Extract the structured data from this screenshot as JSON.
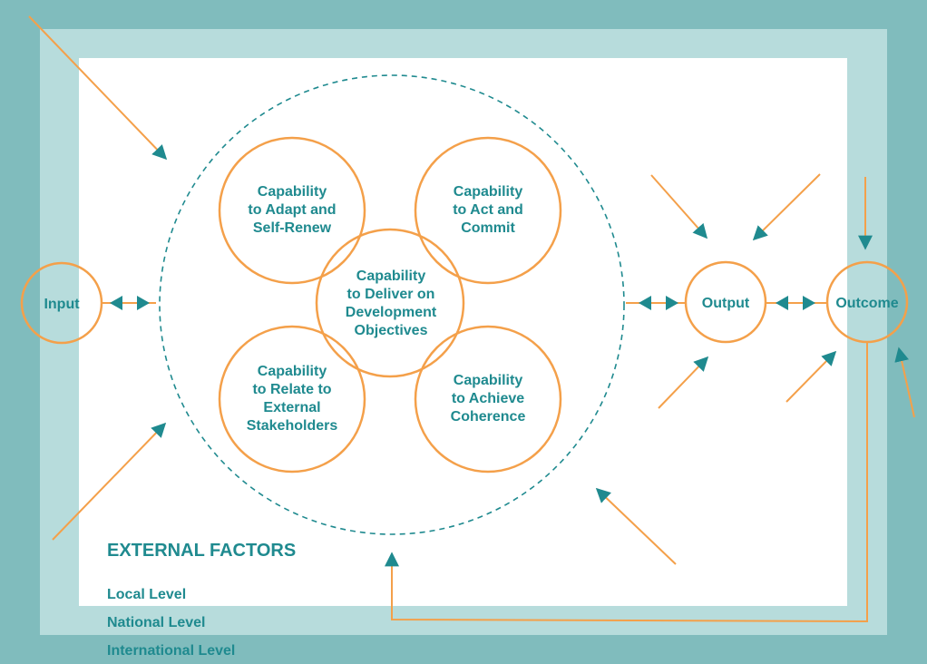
{
  "colors": {
    "outer_frame": "#80bcbd",
    "middle_frame": "#b7dcdc",
    "inner_area": "#ffffff",
    "teal_text": "#1f8a8f",
    "orange": "#f4a04a",
    "orange_dark": "#ef9a3e",
    "arrow_head": "#1f8a8f"
  },
  "capabilities": {
    "adapt": "Capability|to Adapt and|Self-Renew",
    "act": "Capability|to Act and|Commit",
    "deliver": "Capability|to Deliver on|Development|Objectives",
    "relate": "Capability|to Relate to|External|Stakeholders",
    "coherence": "Capability|to Achieve|Coherence"
  },
  "flow": {
    "input": "Input",
    "output": "Output",
    "outcome": "Outcome"
  },
  "external": {
    "title": "EXTERNAL FACTORS",
    "levels": [
      "Local Level",
      "National Level",
      "International Level"
    ]
  }
}
